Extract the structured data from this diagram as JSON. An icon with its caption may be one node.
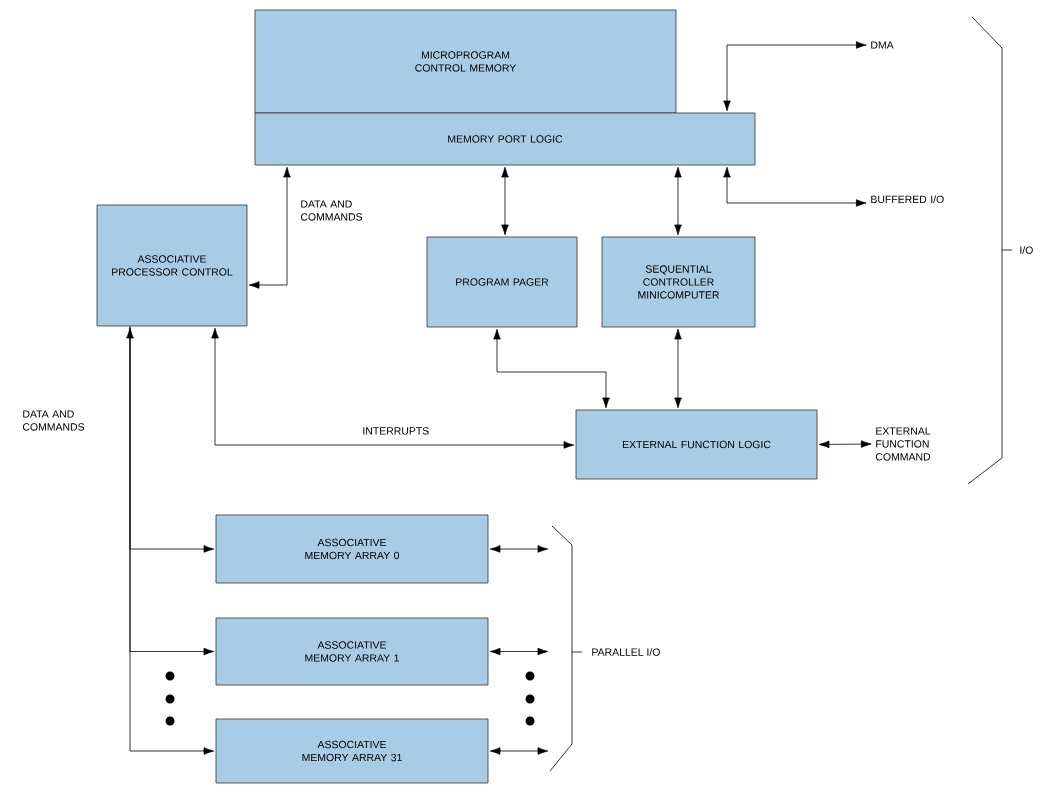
{
  "diagram": {
    "nodes": [
      {
        "text": [
          "MICROPROGRAM CONTROL MEMORY"
        ]
      },
      {
        "text": [
          "MEMORY PORT LOGIC"
        ]
      },
      {
        "text": [
          "ASSOCIATIVE PROCESSOR CONTROL"
        ]
      },
      {
        "text": [
          "PROGRAM PAGER"
        ]
      },
      {
        "text": [
          "SEQUENTIAL CONTROLLER MINICOMPUTER"
        ]
      },
      {
        "text": [
          "EXTERNAL FUNCTION LOGIC"
        ]
      },
      {
        "text": [
          "ASSOCIATIVE MEMORY ARRAY 0"
        ]
      },
      {
        "text": [
          "ASSOCIATIVE MEMORY ARRAY 1"
        ]
      },
      {
        "text": [
          "ASSOCIATIVE MEMORY ARRAY 31"
        ]
      },
      {
        "text": [
          "DMA"
        ]
      },
      {
        "text": [
          "BUFFERED I/O"
        ]
      },
      {
        "text": [
          "EXTERNAL FUNCTION COMMAND"
        ]
      },
      {
        "text": [],
        "shape": "bracket",
        "beside": [
          "PARALLEL I/O"
        ]
      }
    ],
    "edges": [
      {
        "from": 1,
        "to": 9,
        "arrow": "both"
      },
      {
        "from": 1,
        "to": 10,
        "arrow": "both"
      },
      {
        "from": 1,
        "to": 2,
        "arrow": "both",
        "label": "DATA AND COMMANDS"
      },
      {
        "from": 1,
        "to": 3,
        "arrow": "both"
      },
      {
        "from": 1,
        "to": 4,
        "arrow": "both"
      },
      {
        "from": 3,
        "to": 5,
        "arrow": "both"
      },
      {
        "from": 4,
        "to": 5,
        "arrow": "both"
      },
      {
        "from": 2,
        "to": 5,
        "arrow": "both",
        "label": "INTERRUPTS"
      },
      {
        "from": 2,
        "to": 6,
        "arrow": "both",
        "label": "DATA AND COMMANDS"
      },
      {
        "from": 2,
        "to": 7,
        "arrow": "to"
      },
      {
        "from": 2,
        "to": 8,
        "arrow": "to"
      },
      {
        "from": 5,
        "to": 11,
        "arrow": "both"
      },
      {
        "from": 6,
        "to": 12,
        "arrow": "both"
      },
      {
        "from": 7,
        "to": 12,
        "arrow": "both"
      },
      {
        "from": 8,
        "to": 12,
        "arrow": "both"
      }
    ],
    "labels": [
      "I/O"
    ]
  }
}
